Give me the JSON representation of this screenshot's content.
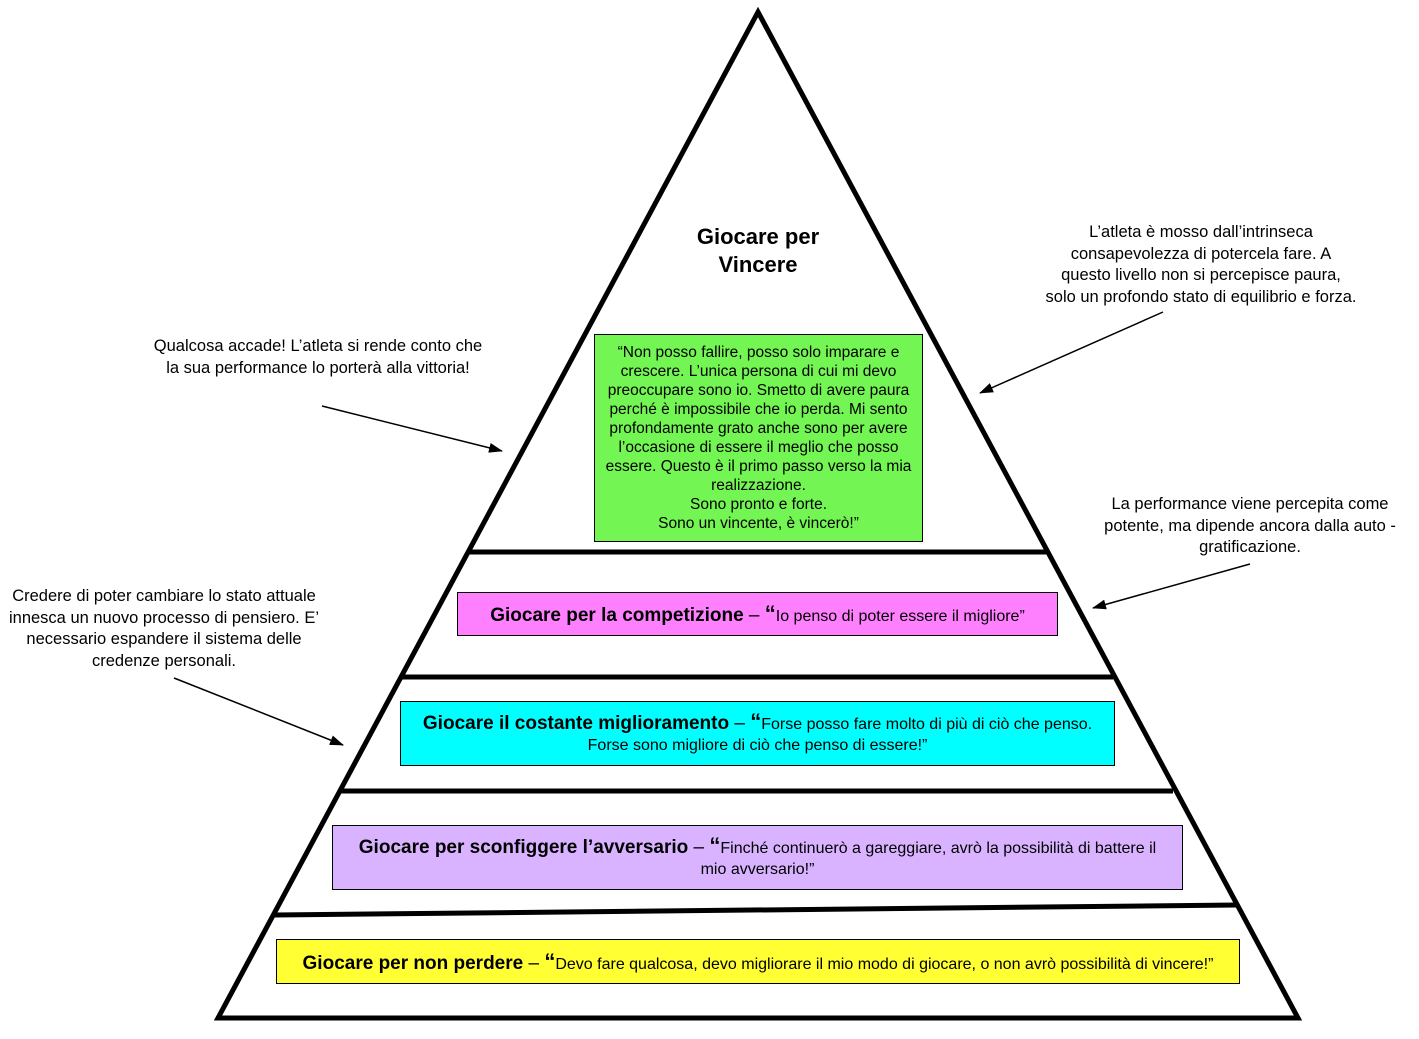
{
  "pyramid": {
    "top_title": "Giocare per\nVincere",
    "top_quote": "“Non posso fallire, posso solo imparare e crescere. L’unica persona di cui mi devo preoccupare sono io. Smetto di avere paura perché è impossibile che io perda. Mi sento profondamente grato anche sono per avere l’occasione di essere il meglio che posso essere. Questo è il primo passo verso la mia realizzazione.\nSono pronto e forte.\nSono un vincente, è vincerò!”",
    "levels": [
      {
        "label": "Giocare per la competizione",
        "dash": " – ",
        "open_quote": "“",
        "quote": "Io penso di poter essere il migliore”",
        "color": "#FF80FF"
      },
      {
        "label": "Giocare il costante miglioramento",
        "dash": " – ",
        "open_quote": "“",
        "quote": "Forse posso fare molto di più di ciò che penso. Forse sono migliore di ciò che penso di essere!”",
        "color": "#00FFFF"
      },
      {
        "label": "Giocare per sconfiggere l’avversario",
        "dash": " – ",
        "open_quote": "“",
        "quote": "Finché continuerò a gareggiare, avrò la possibilità di battere il mio avversario!”",
        "color": "#D9B3FF"
      },
      {
        "label": "Giocare per non perdere",
        "dash": " – ",
        "open_quote": "“",
        "quote": "Devo fare qualcosa, devo migliorare il mio modo di giocare, o non avrò possibilità di vincere!”",
        "color": "#FFFF33"
      }
    ],
    "top_color": "#73F553"
  },
  "notes": {
    "top_left": "Qualcosa accade! L’atleta si rende conto che la sua performance lo porterà alla vittoria!",
    "top_right": "L’atleta è mosso dall’intrinseca consapevolezza di potercela fare. A questo livello non si percepisce paura, solo un profondo stato di equilibrio e forza.",
    "mid_right": "La performance viene percepita come potente, ma dipende ancora dalla auto - gratificazione.",
    "mid_left": "Credere di poter cambiare lo stato attuale innesca un nuovo processo di pensiero. E’ necessario espandere il sistema delle credenze personali."
  }
}
